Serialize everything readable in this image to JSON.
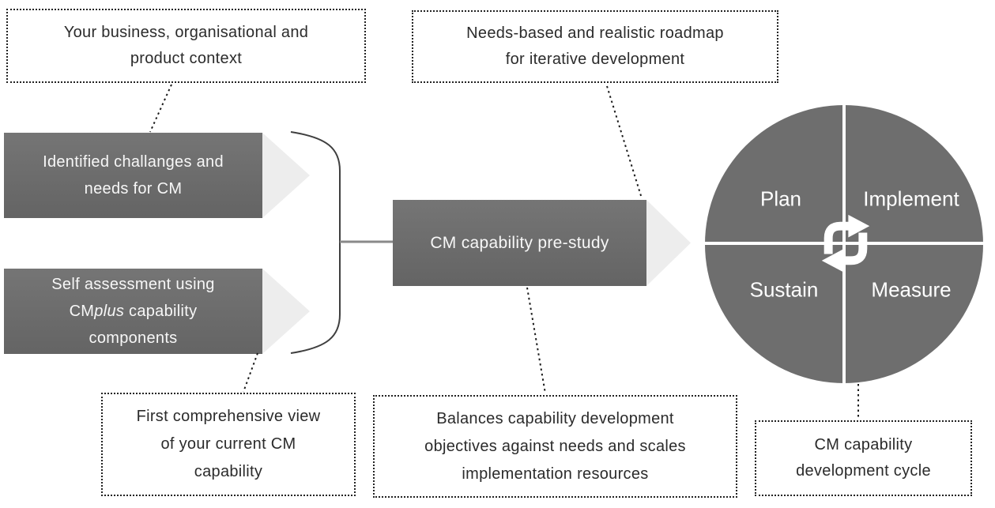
{
  "diagram": {
    "boxes": {
      "context": {
        "lines": [
          "Your business, organisational and",
          "product context"
        ]
      },
      "roadmap": {
        "lines": [
          "Needs-based and realistic roadmap",
          "for iterative development"
        ]
      },
      "first_view": {
        "lines": [
          "First comprehensive view",
          "of your current CM",
          "capability"
        ]
      },
      "balances": {
        "lines": [
          "Balances capability development",
          "objectives against needs and scales",
          "implementation resources"
        ]
      },
      "dev_cycle": {
        "lines": [
          "CM capability",
          "development cycle"
        ]
      }
    },
    "arrows": {
      "challenges": {
        "lines": [
          "Identified challanges and",
          "needs for CM"
        ]
      },
      "self_assessment": {
        "line1": "Self assessment using",
        "line2_prefix": "CM",
        "line2_italic": "plus",
        "line2_suffix": " capability",
        "line3": "components"
      },
      "pre_study": {
        "label": "CM capability pre-study"
      }
    },
    "cycle": {
      "quadrants": [
        "Plan",
        "Implement",
        "Sustain",
        "Measure"
      ],
      "icon": "cycle-arrows-icon"
    },
    "colors": {
      "dark_gray": "#6c6c6c",
      "arrowhead_gray": "#ededed",
      "text_dark": "#2b2b2b",
      "connector_dark": "#1c1c1c",
      "circle_line_white": "#ffffff"
    }
  }
}
